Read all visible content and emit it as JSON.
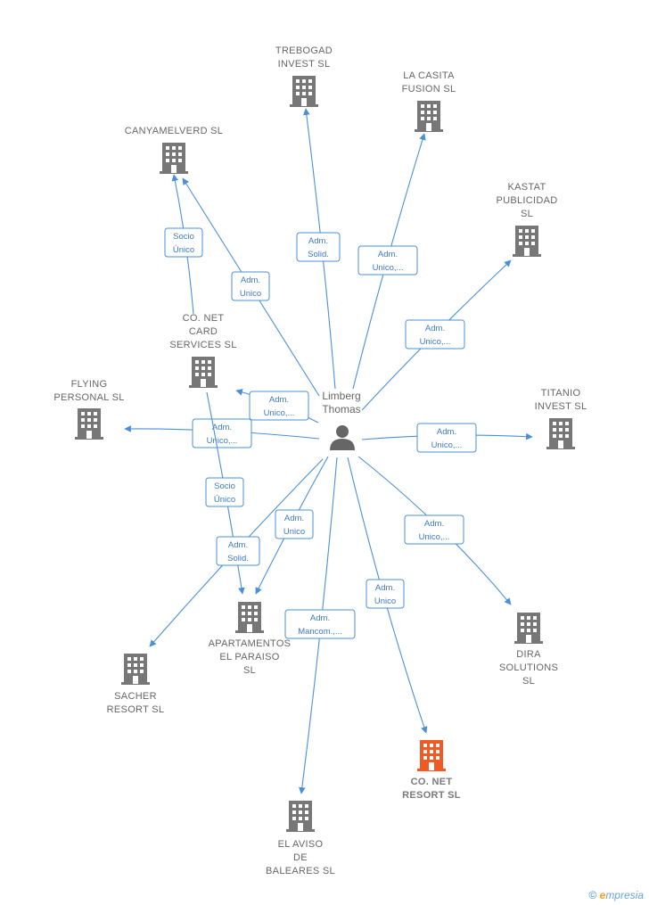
{
  "person": {
    "name_line1": "Limberg",
    "name_line2": "Thomas",
    "icon": "person-icon"
  },
  "colors": {
    "edge": "#4a90d9",
    "building": "#777777",
    "highlight": "#f15a24"
  },
  "companies": [
    {
      "id": "trebogad",
      "lines": [
        "TREBOGAD",
        "INVEST  SL"
      ]
    },
    {
      "id": "lacasita",
      "lines": [
        "LA CASITA",
        "FUSION  SL"
      ]
    },
    {
      "id": "canyamelverd",
      "lines": [
        "CANYAMELVERD SL"
      ]
    },
    {
      "id": "kastat",
      "lines": [
        "KASTAT",
        "PUBLICIDAD",
        "SL"
      ]
    },
    {
      "id": "conetcard",
      "lines": [
        "CO.  NET",
        "CARD",
        "SERVICES  SL"
      ]
    },
    {
      "id": "flying",
      "lines": [
        "FLYING",
        "PERSONAL  SL"
      ]
    },
    {
      "id": "titanio",
      "lines": [
        "TITANIO",
        "INVEST  SL"
      ]
    },
    {
      "id": "apartamentos",
      "lines": [
        "APARTAMENTOS",
        "EL PARAISO",
        "SL"
      ]
    },
    {
      "id": "sacher",
      "lines": [
        "SACHER",
        "RESORT  SL"
      ]
    },
    {
      "id": "dira",
      "lines": [
        "DIRA",
        "SOLUTIONS",
        "SL"
      ]
    },
    {
      "id": "conetresort",
      "lines": [
        "CO.  NET",
        "RESORT  SL"
      ],
      "highlight": true
    },
    {
      "id": "elaviso",
      "lines": [
        "EL AVISO",
        "DE",
        "BALEARES  SL"
      ]
    }
  ],
  "edges": [
    {
      "id": "e-trebogad",
      "lines": [
        "Adm.",
        "Solid."
      ]
    },
    {
      "id": "e-lacasita",
      "lines": [
        "Adm.",
        "Unico,..."
      ]
    },
    {
      "id": "e-canyamelverd",
      "lines": [
        "Adm.",
        "Unico"
      ]
    },
    {
      "id": "e-card-canyamel",
      "lines": [
        "Socio",
        "Único"
      ]
    },
    {
      "id": "e-kastat",
      "lines": [
        "Adm.",
        "Unico,..."
      ]
    },
    {
      "id": "e-conetcard",
      "lines": [
        "Adm.",
        "Unico,..."
      ]
    },
    {
      "id": "e-flying",
      "lines": [
        "Adm.",
        "Unico,..."
      ]
    },
    {
      "id": "e-titanio",
      "lines": [
        "Adm.",
        "Unico,..."
      ]
    },
    {
      "id": "e-card-apart",
      "lines": [
        "Socio",
        "Único"
      ]
    },
    {
      "id": "e-apart",
      "lines": [
        "Adm.",
        "Unico"
      ]
    },
    {
      "id": "e-sacher",
      "lines": [
        "Adm.",
        "Solid."
      ]
    },
    {
      "id": "e-dira",
      "lines": [
        "Adm.",
        "Unico,..."
      ]
    },
    {
      "id": "e-elaviso",
      "lines": [
        "Adm.",
        "Mancom.,..."
      ]
    },
    {
      "id": "e-conetresort",
      "lines": [
        "Adm.",
        "Unico"
      ]
    }
  ],
  "footer": {
    "copyright": "©",
    "brand_e": "e",
    "brand_rest": "mpresia"
  }
}
